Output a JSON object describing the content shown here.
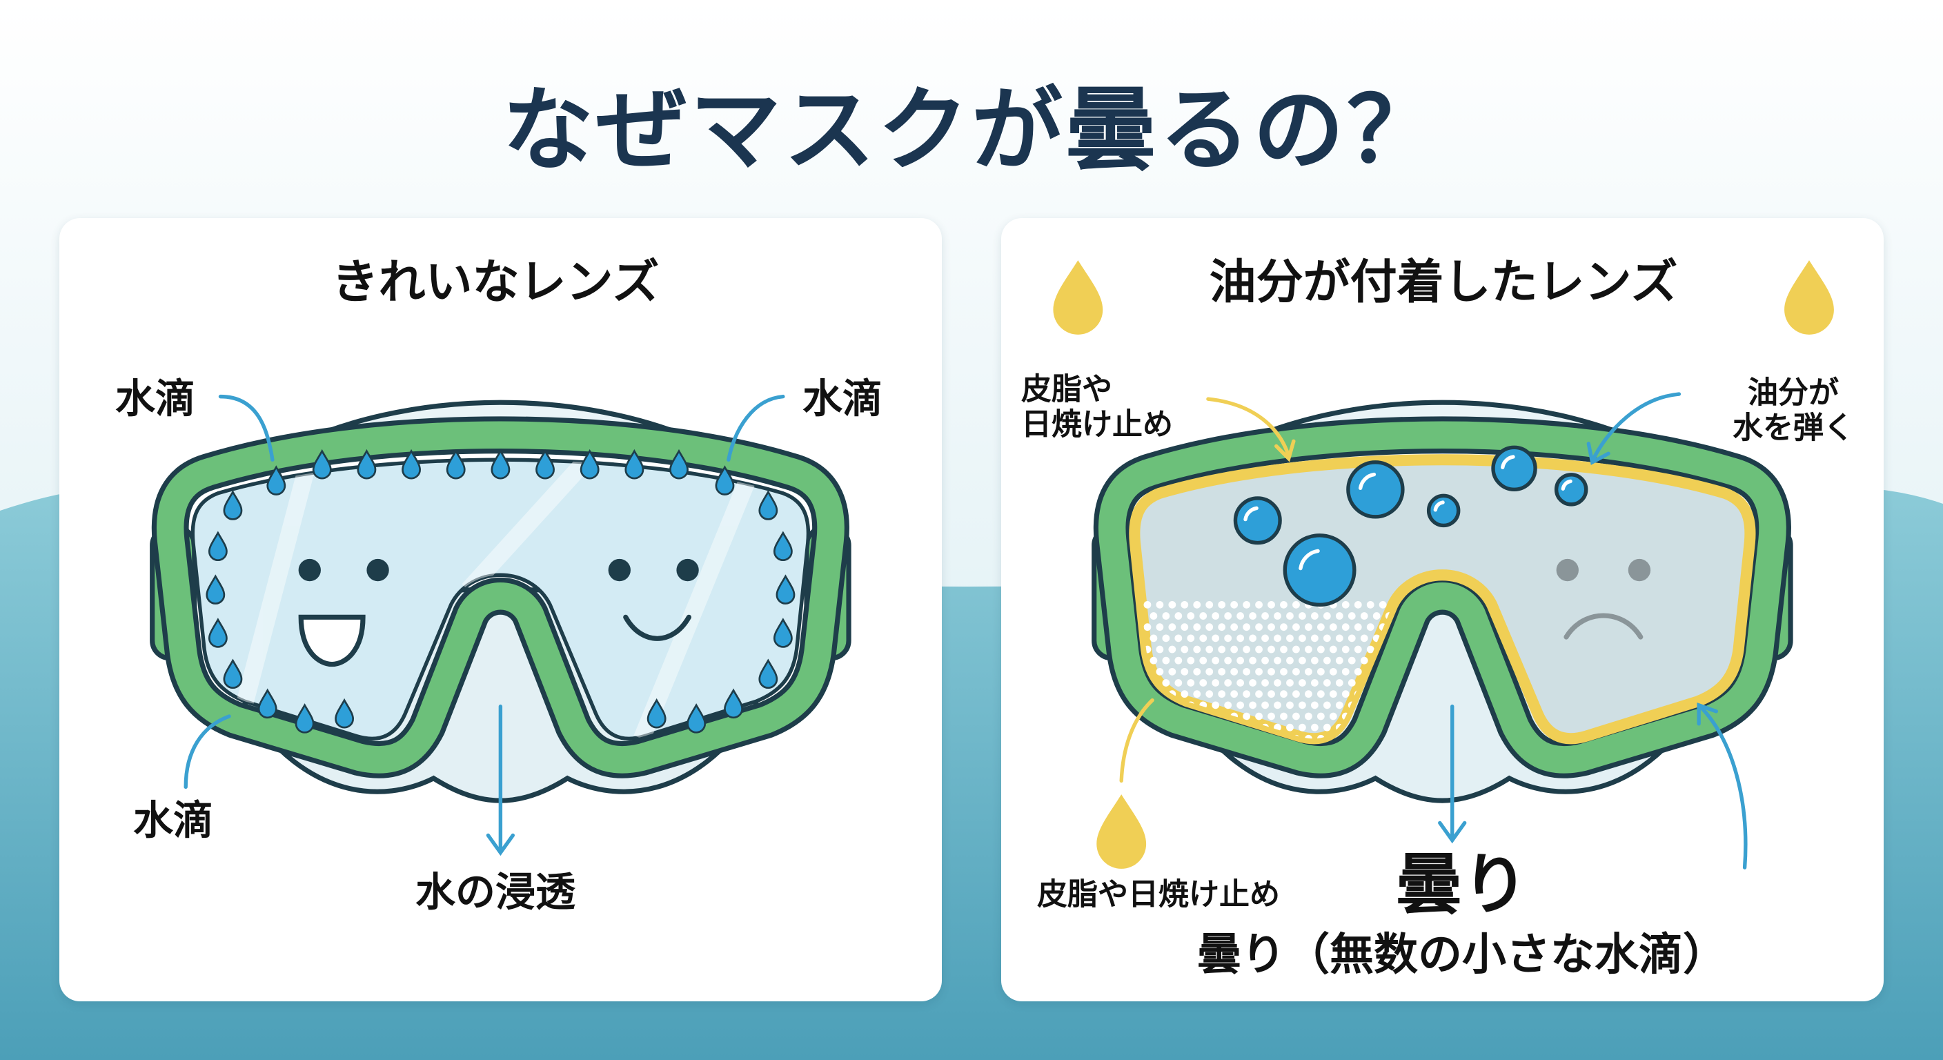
{
  "title": "なぜマスクが曇るの？",
  "left_panel": {
    "title": "きれいなレンズ",
    "label_top_left": "水滴",
    "label_top_right": "水滴",
    "label_bottom_left": "水滴",
    "label_bottom": "水の浸透"
  },
  "right_panel": {
    "title": "油分が付着したレンズ",
    "label_top_left": [
      "皮脂や",
      "日焼け止め"
    ],
    "label_top_right": [
      "油分が",
      "水を弾く"
    ],
    "label_bottom_left": "皮脂や日焼け止め",
    "label_center": "曇り",
    "label_bottom": "曇り（無数の小さな水滴）"
  },
  "colors": {
    "frame_green": "#6cc07a",
    "outline": "#1e3d4a",
    "water_blue": "#2e9fd8",
    "oil_yellow": "#f0cf55",
    "title_navy": "#1b3550",
    "sea_teal": "#5aaabf"
  }
}
